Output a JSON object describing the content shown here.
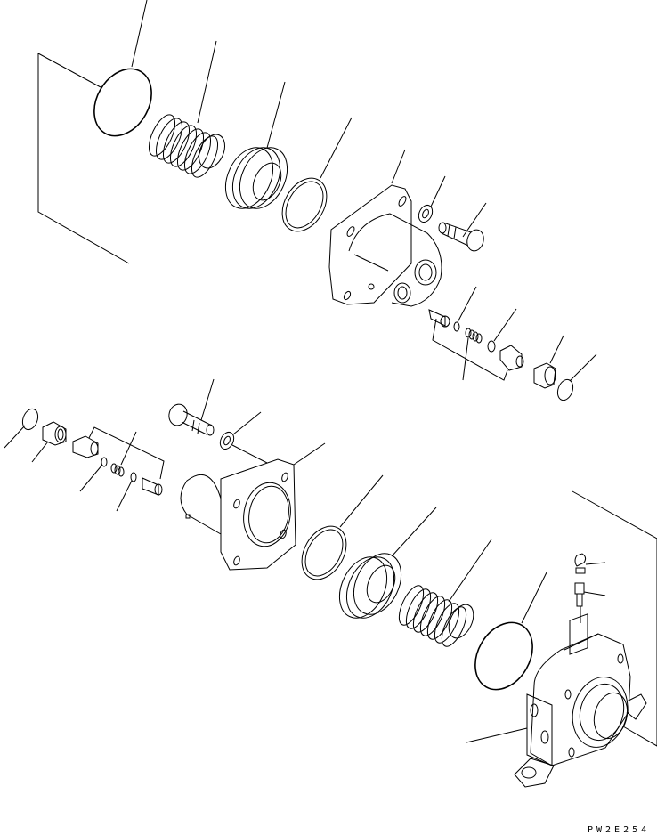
{
  "diagram": {
    "type": "exploded parts diagram",
    "drawing_code": "PW2E254",
    "background": "#ffffff",
    "line_color": "#000000",
    "callout_leaders_labeled": false,
    "groups": [
      {
        "name": "upper-assembly",
        "parts": [
          "o-ring-large",
          "spring",
          "piston-seal-ring",
          "backup-ring",
          "cover-housing",
          "washer",
          "bolt",
          "plug",
          "o-ring-small",
          "small-spring",
          "o-ring-small-2",
          "valve-plug",
          "cap",
          "snap-ring"
        ]
      },
      {
        "name": "lower-assembly",
        "parts": [
          "snap-ring",
          "cap",
          "valve-plug",
          "o-ring-small",
          "small-spring",
          "o-ring-small-2",
          "plug",
          "bolt",
          "washer",
          "cover-housing",
          "backup-ring",
          "piston-seal-ring",
          "spring",
          "o-ring-large",
          "grease-fitting-cap",
          "grease-fitting",
          "bearing-housing"
        ]
      }
    ]
  }
}
